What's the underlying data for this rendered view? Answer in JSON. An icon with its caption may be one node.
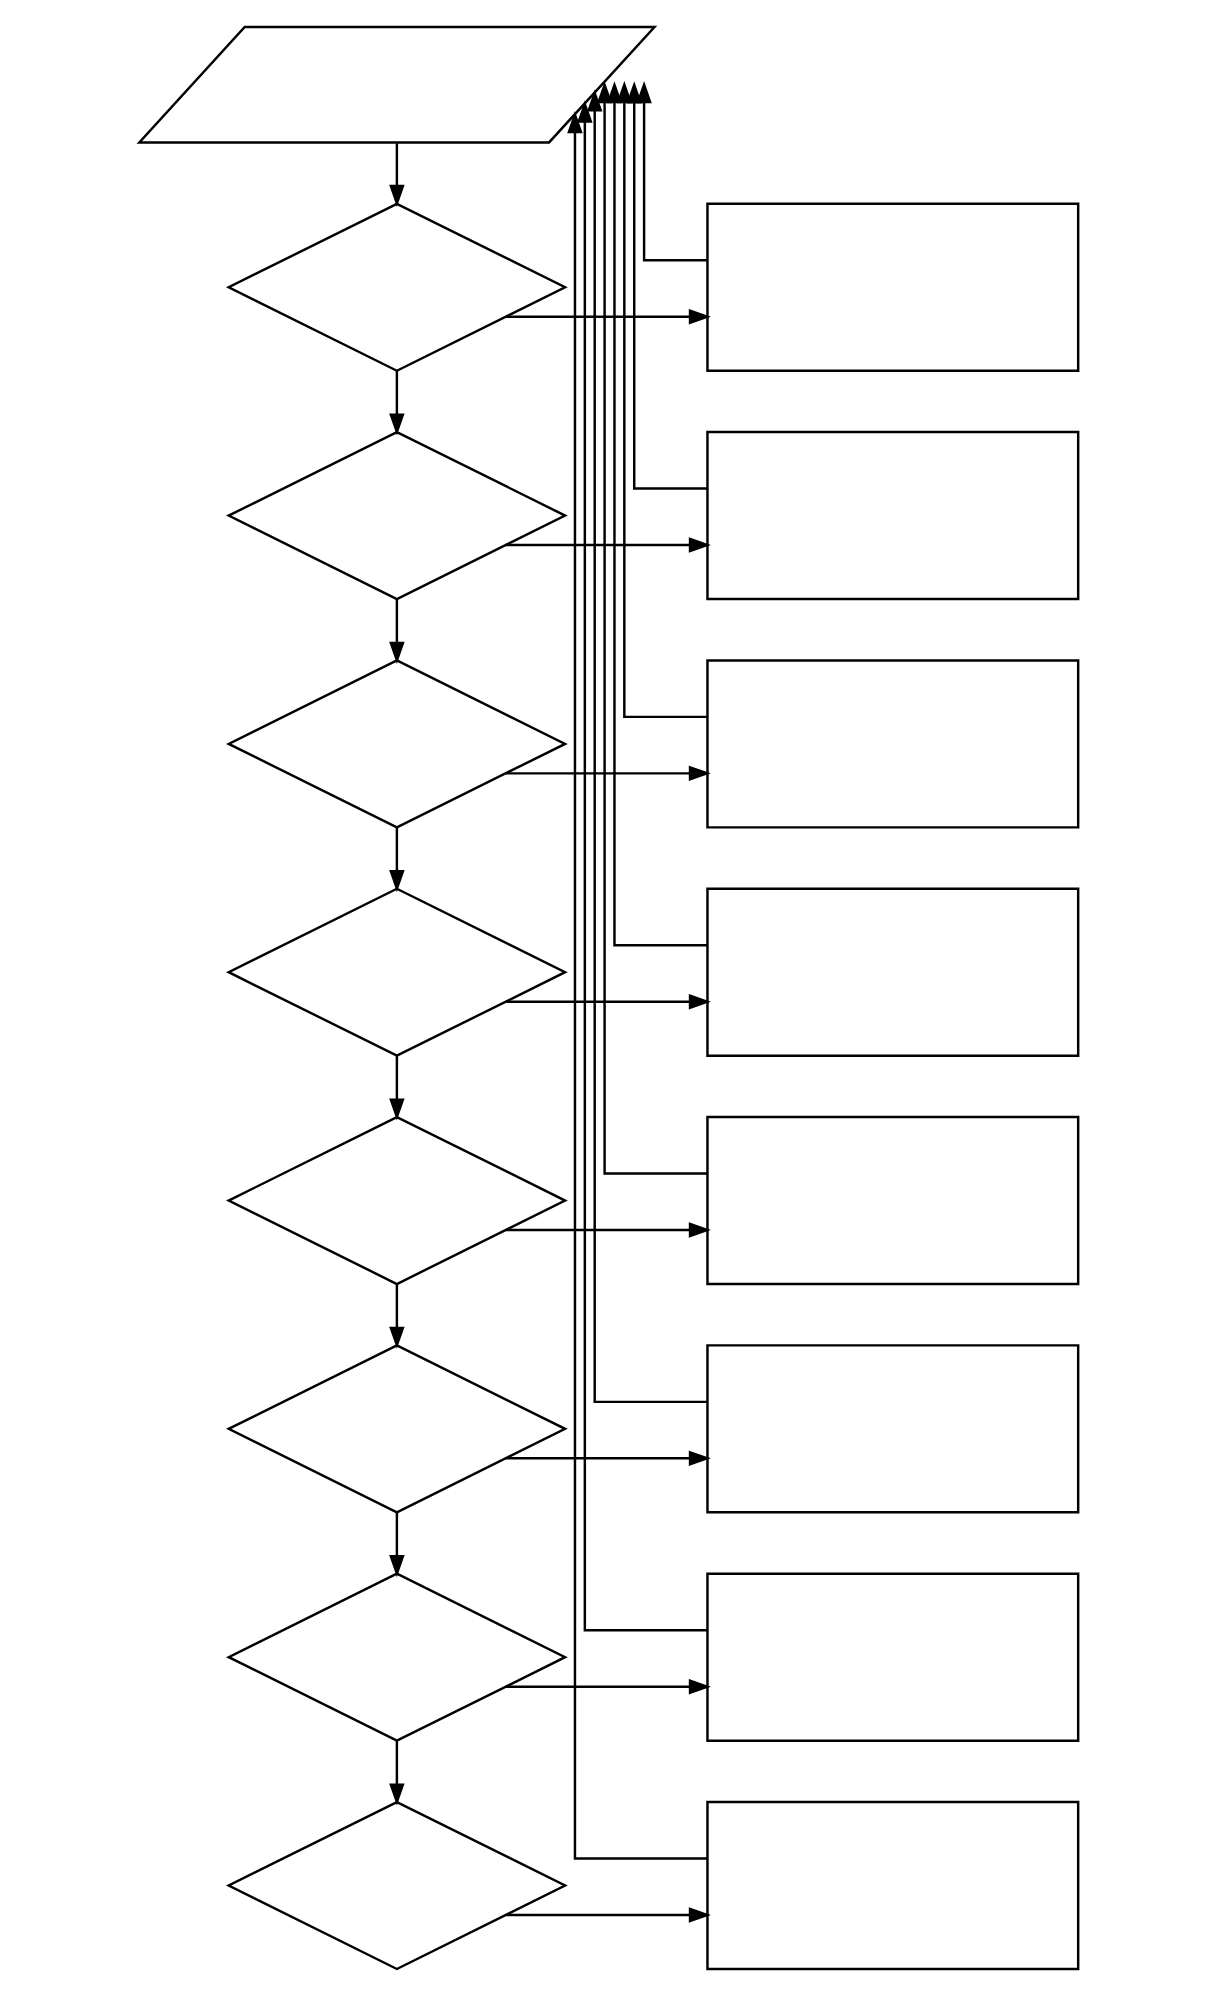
{
  "diagram": {
    "nodes": [
      {
        "text": [],
        "shape": "parallelogram"
      },
      {
        "text": [],
        "shape": "diamond"
      },
      {
        "text": [],
        "shape": "box"
      },
      {
        "text": [],
        "shape": "diamond"
      },
      {
        "text": [],
        "shape": "box"
      },
      {
        "text": [],
        "shape": "diamond"
      },
      {
        "text": [],
        "shape": "box"
      },
      {
        "text": [],
        "shape": "diamond"
      },
      {
        "text": [],
        "shape": "box"
      },
      {
        "text": [],
        "shape": "diamond"
      },
      {
        "text": [],
        "shape": "box"
      },
      {
        "text": [],
        "shape": "diamond"
      },
      {
        "text": [],
        "shape": "box"
      },
      {
        "text": [],
        "shape": "diamond"
      },
      {
        "text": [],
        "shape": "box"
      },
      {
        "text": [],
        "shape": "diamond"
      },
      {
        "text": [],
        "shape": "box"
      }
    ],
    "edges": [
      {
        "from": 0,
        "to": 1,
        "arrow": "to"
      },
      {
        "from": 1,
        "to": 2,
        "arrow": "to"
      },
      {
        "from": 1,
        "to": 3,
        "arrow": "to"
      },
      {
        "from": 3,
        "to": 4,
        "arrow": "to"
      },
      {
        "from": 3,
        "to": 5,
        "arrow": "to"
      },
      {
        "from": 5,
        "to": 6,
        "arrow": "to"
      },
      {
        "from": 5,
        "to": 7,
        "arrow": "to"
      },
      {
        "from": 7,
        "to": 8,
        "arrow": "to"
      },
      {
        "from": 7,
        "to": 9,
        "arrow": "to"
      },
      {
        "from": 9,
        "to": 10,
        "arrow": "to"
      },
      {
        "from": 9,
        "to": 11,
        "arrow": "to"
      },
      {
        "from": 11,
        "to": 12,
        "arrow": "to"
      },
      {
        "from": 11,
        "to": 13,
        "arrow": "to"
      },
      {
        "from": 13,
        "to": 14,
        "arrow": "to"
      },
      {
        "from": 13,
        "to": 15,
        "arrow": "to"
      },
      {
        "from": 15,
        "to": 16,
        "arrow": "to"
      },
      {
        "from": 2,
        "to": 0,
        "arrow": "to"
      },
      {
        "from": 4,
        "to": 0,
        "arrow": "to"
      },
      {
        "from": 6,
        "to": 0,
        "arrow": "to"
      },
      {
        "from": 8,
        "to": 0,
        "arrow": "to"
      },
      {
        "from": 10,
        "to": 0,
        "arrow": "to"
      },
      {
        "from": 12,
        "to": 0,
        "arrow": "to"
      },
      {
        "from": 14,
        "to": 0,
        "arrow": "to"
      },
      {
        "from": 16,
        "to": 0,
        "arrow": "to"
      }
    ]
  }
}
